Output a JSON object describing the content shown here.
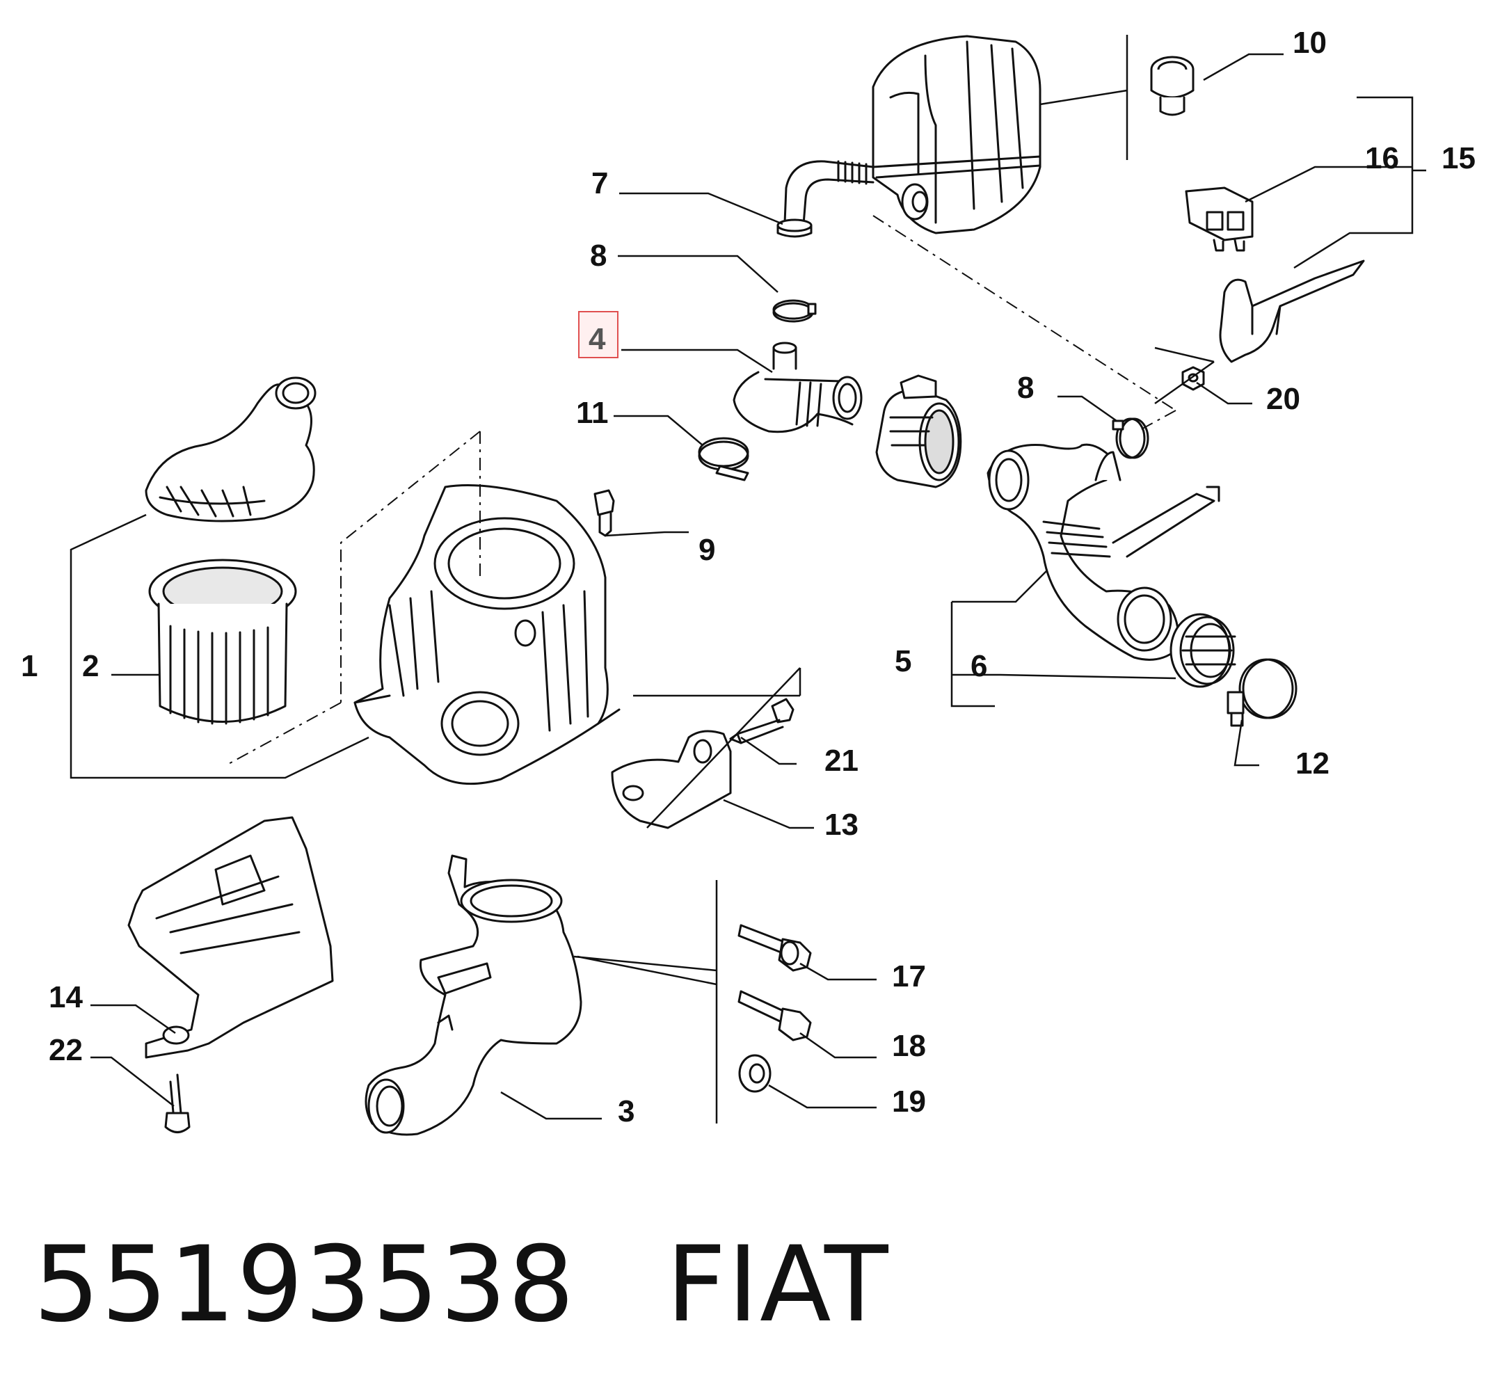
{
  "callouts": {
    "c1": "1",
    "c2": "2",
    "c3": "3",
    "c4": "4",
    "c5": "5",
    "c6": "6",
    "c7": "7",
    "c8a": "8",
    "c8b": "8",
    "c9": "9",
    "c10": "10",
    "c11": "11",
    "c12": "12",
    "c13": "13",
    "c14": "14",
    "c15": "15",
    "c16": "16",
    "c17": "17",
    "c18": "18",
    "c19": "19",
    "c20": "20",
    "c21": "21",
    "c22": "22"
  },
  "highlight": {
    "callout": "4",
    "color": "#e05050"
  },
  "caption": {
    "part_number": "55193538",
    "brand": "FIAT"
  },
  "colors": {
    "line": "#111111",
    "fill": "#ffffff",
    "shade": "#e8e8e8"
  }
}
